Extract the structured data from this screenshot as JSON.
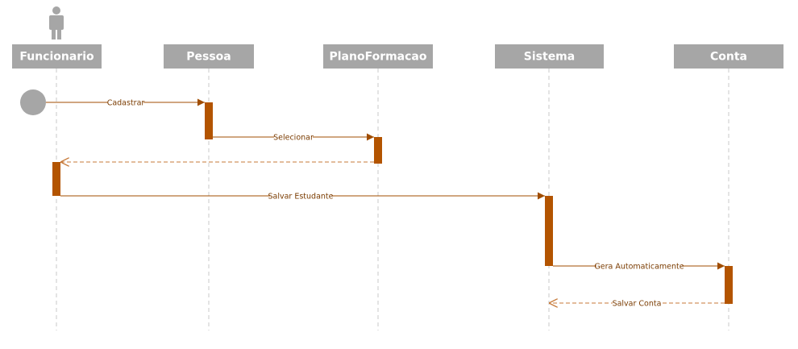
{
  "lifelines": [
    {
      "id": "funcionario",
      "label": "Funcionario",
      "actor_icon": "person-icon"
    },
    {
      "id": "pessoa",
      "label": "Pessoa"
    },
    {
      "id": "planoformacao",
      "label": "PlanoFormacao"
    },
    {
      "id": "sistema",
      "label": "Sistema"
    },
    {
      "id": "conta",
      "label": "Conta"
    }
  ],
  "messages": [
    {
      "id": "cadastrar",
      "from": "funcionario",
      "to": "pessoa",
      "label": "Cadastrar",
      "kind": "sync"
    },
    {
      "id": "selecionar",
      "from": "pessoa",
      "to": "planoformacao",
      "label": "Selecionar",
      "kind": "sync"
    },
    {
      "id": "retorno-plano",
      "from": "planoformacao",
      "to": "funcionario",
      "label": "",
      "kind": "return"
    },
    {
      "id": "salvar-estudante",
      "from": "funcionario",
      "to": "sistema",
      "label": "Salvar Estudante",
      "kind": "sync"
    },
    {
      "id": "gera-automaticamente",
      "from": "sistema",
      "to": "conta",
      "label": "Gera Automaticamente",
      "kind": "sync"
    },
    {
      "id": "salvar-conta",
      "from": "conta",
      "to": "sistema",
      "label": "Salvar Conta",
      "kind": "return"
    }
  ],
  "colors": {
    "header": "#a6a6a6",
    "activation": "#b35400",
    "message": "#a04d00",
    "return": "#c77a3a",
    "label": "#7a3b00",
    "lifeline": "#c8c8c8",
    "initial_node": "#a6a6a6"
  }
}
